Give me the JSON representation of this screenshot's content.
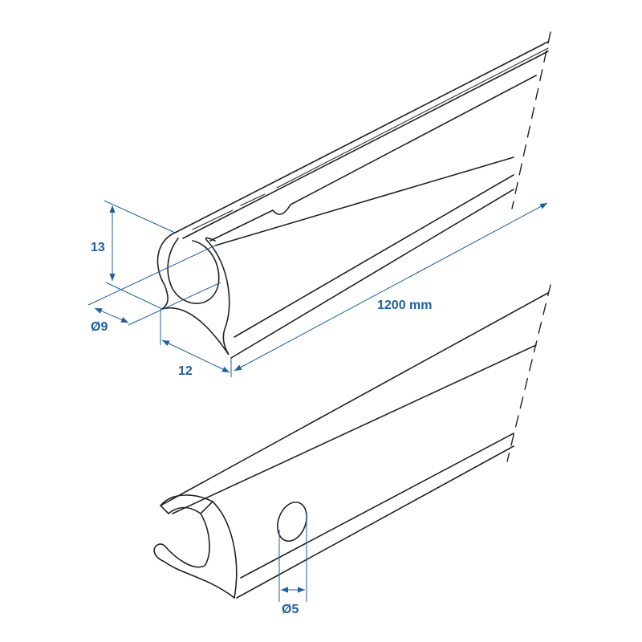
{
  "colors": {
    "dimension": "#1f5f9e",
    "outline": "#222222"
  },
  "dimensions": {
    "height": "13",
    "inner_diameter": "Ø9",
    "width": "12",
    "length": "1200 mm",
    "hole_diameter": "Ø5"
  }
}
